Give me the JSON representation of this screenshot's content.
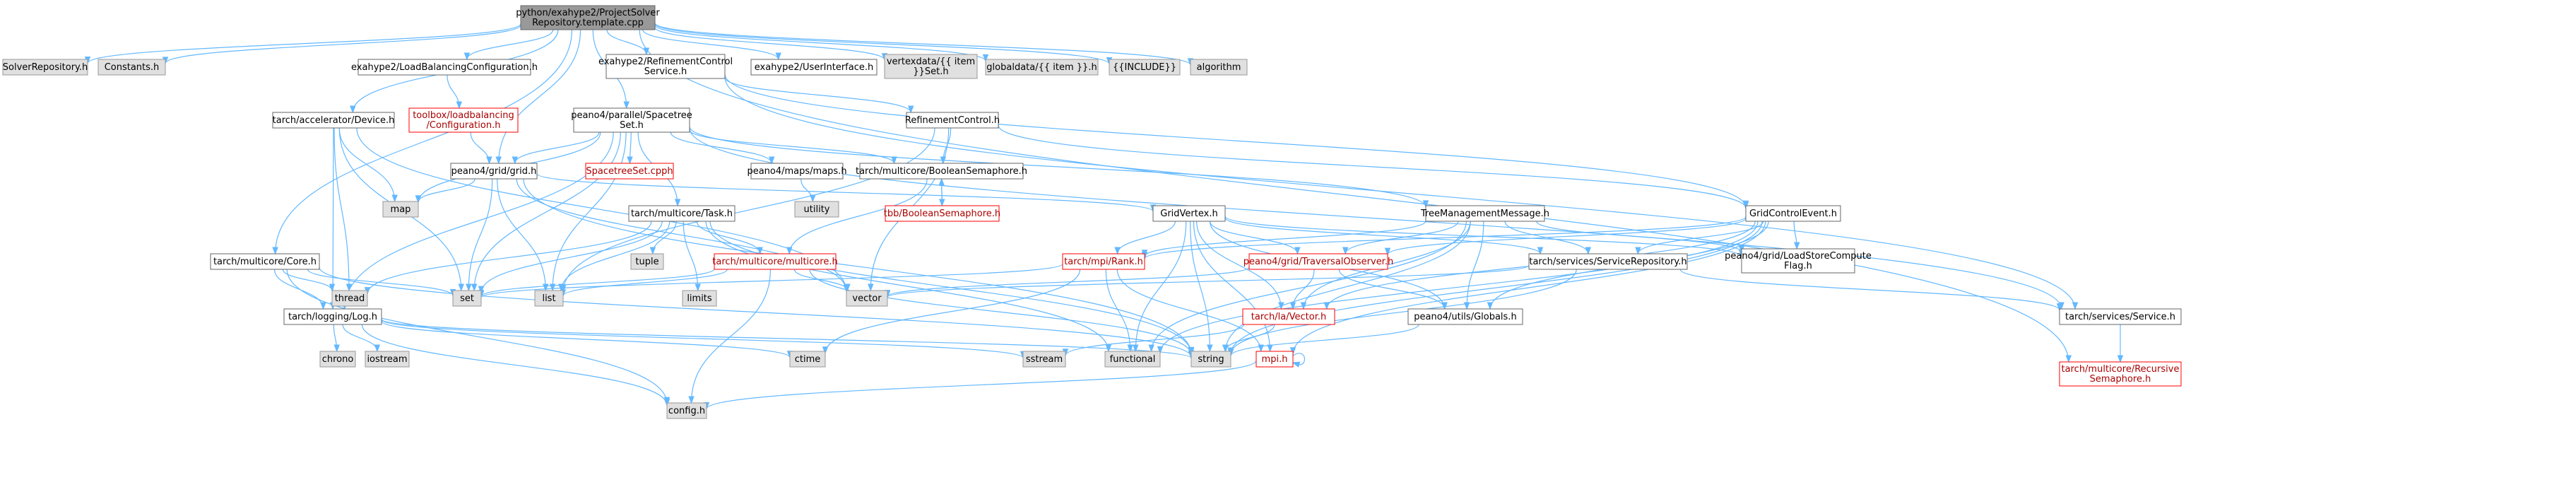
{
  "colors": {
    "edge": "#63b8ff",
    "node_border": "#666666",
    "external_fill": "#e0e0e0",
    "root_fill": "#999999",
    "incomplete_border": "#ff0000",
    "incomplete_text": "#aa0000"
  },
  "nodes": [
    {
      "id": "root",
      "style": "root",
      "lines": [
        "python/exahype2/ProjectSolver",
        "Repository.template.cpp"
      ]
    },
    {
      "id": "solverrepo",
      "style": "gray",
      "lines": [
        "SolverRepository.h"
      ]
    },
    {
      "id": "constants",
      "style": "gray",
      "lines": [
        "Constants.h"
      ]
    },
    {
      "id": "lbconf",
      "style": "white",
      "lines": [
        "exahype2/LoadBalancingConfiguration.h"
      ]
    },
    {
      "id": "refctrlsvc",
      "style": "white",
      "lines": [
        "exahype2/RefinementControl",
        "Service.h"
      ]
    },
    {
      "id": "userif",
      "style": "white",
      "lines": [
        "exahype2/UserInterface.h"
      ]
    },
    {
      "id": "vertexdata",
      "style": "gray",
      "lines": [
        "vertexdata/{{ item",
        "}}Set.h"
      ]
    },
    {
      "id": "globaldata",
      "style": "gray",
      "lines": [
        "globaldata/{{ item }}.h"
      ]
    },
    {
      "id": "include",
      "style": "gray",
      "lines": [
        "{{INCLUDE}}"
      ]
    },
    {
      "id": "algorithm",
      "style": "gray",
      "lines": [
        "algorithm"
      ]
    },
    {
      "id": "toolboxlb",
      "style": "red",
      "lines": [
        "toolbox/loadbalancing",
        "/Configuration.h"
      ]
    },
    {
      "id": "device",
      "style": "white",
      "lines": [
        "tarch/accelerator/Device.h"
      ]
    },
    {
      "id": "spacetreeset",
      "style": "white",
      "lines": [
        "peano4/parallel/Spacetree",
        "Set.h"
      ]
    },
    {
      "id": "refctrl",
      "style": "white",
      "lines": [
        "RefinementControl.h"
      ]
    },
    {
      "id": "grid",
      "style": "white",
      "lines": [
        "peano4/grid/grid.h"
      ]
    },
    {
      "id": "spacetreesetcpph",
      "style": "red",
      "lines": [
        "SpacetreeSet.cpph"
      ]
    },
    {
      "id": "maps",
      "style": "white",
      "lines": [
        "peano4/maps/maps.h"
      ]
    },
    {
      "id": "boolsem",
      "style": "white",
      "lines": [
        "tarch/multicore/BooleanSemaphore.h"
      ]
    },
    {
      "id": "map",
      "style": "gray",
      "lines": [
        "map"
      ]
    },
    {
      "id": "utility",
      "style": "gray",
      "lines": [
        "utility"
      ]
    },
    {
      "id": "tbbbool",
      "style": "red",
      "lines": [
        "tbb/BooleanSemaphore.h"
      ]
    },
    {
      "id": "task",
      "style": "white",
      "lines": [
        "tarch/multicore/Task.h"
      ]
    },
    {
      "id": "gridvertex",
      "style": "white",
      "lines": [
        "GridVertex.h"
      ]
    },
    {
      "id": "treemgmt",
      "style": "white",
      "lines": [
        "TreeManagementMessage.h"
      ]
    },
    {
      "id": "gridctrl",
      "style": "white",
      "lines": [
        "GridControlEvent.h"
      ]
    },
    {
      "id": "core",
      "style": "white",
      "lines": [
        "tarch/multicore/Core.h"
      ]
    },
    {
      "id": "tuple",
      "style": "gray",
      "lines": [
        "tuple"
      ]
    },
    {
      "id": "multicore",
      "style": "red",
      "lines": [
        "tarch/multicore/multicore.h"
      ]
    },
    {
      "id": "rank",
      "style": "red",
      "lines": [
        "tarch/mpi/Rank.h"
      ]
    },
    {
      "id": "travobs",
      "style": "red",
      "lines": [
        "peano4/grid/TraversalObserver.h"
      ]
    },
    {
      "id": "svcrepo",
      "style": "white",
      "lines": [
        "tarch/services/ServiceRepository.h"
      ]
    },
    {
      "id": "lsflag",
      "style": "white",
      "lines": [
        "peano4/grid/LoadStoreCompute",
        "Flag.h"
      ]
    },
    {
      "id": "service",
      "style": "white",
      "lines": [
        "tarch/services/Service.h"
      ]
    },
    {
      "id": "thread",
      "style": "gray",
      "lines": [
        "thread"
      ]
    },
    {
      "id": "set",
      "style": "gray",
      "lines": [
        "set"
      ]
    },
    {
      "id": "list",
      "style": "gray",
      "lines": [
        "list"
      ]
    },
    {
      "id": "limits",
      "style": "gray",
      "lines": [
        "limits"
      ]
    },
    {
      "id": "vector",
      "style": "gray",
      "lines": [
        "vector"
      ]
    },
    {
      "id": "log",
      "style": "white",
      "lines": [
        "tarch/logging/Log.h"
      ]
    },
    {
      "id": "vectorla",
      "style": "red",
      "lines": [
        "tarch/la/Vector.h"
      ]
    },
    {
      "id": "globals",
      "style": "white",
      "lines": [
        "peano4/utils/Globals.h"
      ]
    },
    {
      "id": "recsem",
      "style": "red",
      "lines": [
        "tarch/multicore/Recursive",
        "Semaphore.h"
      ]
    },
    {
      "id": "chrono",
      "style": "gray",
      "lines": [
        "chrono"
      ]
    },
    {
      "id": "iostream",
      "style": "gray",
      "lines": [
        "iostream"
      ]
    },
    {
      "id": "ctime",
      "style": "gray",
      "lines": [
        "ctime"
      ]
    },
    {
      "id": "sstream",
      "style": "gray",
      "lines": [
        "sstream"
      ]
    },
    {
      "id": "functional",
      "style": "gray",
      "lines": [
        "functional"
      ]
    },
    {
      "id": "string",
      "style": "gray",
      "lines": [
        "string"
      ]
    },
    {
      "id": "mpi",
      "style": "red",
      "lines": [
        "mpi.h"
      ]
    },
    {
      "id": "config",
      "style": "gray",
      "lines": [
        "config.h"
      ]
    }
  ],
  "edges": [
    [
      "root",
      "solverrepo"
    ],
    [
      "root",
      "constants"
    ],
    [
      "root",
      "lbconf"
    ],
    [
      "root",
      "refctrlsvc"
    ],
    [
      "root",
      "userif"
    ],
    [
      "root",
      "vertexdata"
    ],
    [
      "root",
      "globaldata"
    ],
    [
      "root",
      "include"
    ],
    [
      "root",
      "algorithm"
    ],
    [
      "root",
      "device"
    ],
    [
      "root",
      "spacetreeset"
    ],
    [
      "root",
      "grid"
    ],
    [
      "root",
      "core"
    ],
    [
      "root",
      "recsem"
    ],
    [
      "lbconf",
      "toolboxlb"
    ],
    [
      "toolboxlb",
      "grid"
    ],
    [
      "refctrlsvc",
      "refctrl"
    ],
    [
      "refctrlsvc",
      "gridctrl"
    ],
    [
      "refctrlsvc",
      "service"
    ],
    [
      "device",
      "map"
    ],
    [
      "device",
      "thread"
    ],
    [
      "device",
      "set"
    ],
    [
      "device",
      "log"
    ],
    [
      "device",
      "vector"
    ],
    [
      "spacetreeset",
      "grid"
    ],
    [
      "spacetreeset",
      "spacetreesetcpph"
    ],
    [
      "spacetreeset",
      "maps"
    ],
    [
      "spacetreeset",
      "boolsem"
    ],
    [
      "spacetreeset",
      "task"
    ],
    [
      "spacetreeset",
      "map"
    ],
    [
      "spacetreeset",
      "set"
    ],
    [
      "spacetreeset",
      "list"
    ],
    [
      "spacetreeset",
      "treemgmt"
    ],
    [
      "spacetreeset",
      "service"
    ],
    [
      "spacetreeset",
      "log"
    ],
    [
      "refctrl",
      "boolsem"
    ],
    [
      "refctrl",
      "gridctrl"
    ],
    [
      "refctrl",
      "list"
    ],
    [
      "refctrl",
      "vector"
    ],
    [
      "maps",
      "utility"
    ],
    [
      "boolsem",
      "tbbbool"
    ],
    [
      "tbbbool",
      "boolsem"
    ],
    [
      "boolsem",
      "multicore"
    ],
    [
      "grid",
      "map"
    ],
    [
      "grid",
      "set"
    ],
    [
      "grid",
      "list"
    ],
    [
      "grid",
      "gridvertex"
    ],
    [
      "grid",
      "vector"
    ],
    [
      "grid",
      "string"
    ],
    [
      "task",
      "tuple"
    ],
    [
      "task",
      "multicore"
    ],
    [
      "task",
      "limits"
    ],
    [
      "task",
      "set"
    ],
    [
      "task",
      "list"
    ],
    [
      "task",
      "thread"
    ],
    [
      "task",
      "functional"
    ],
    [
      "task",
      "string"
    ],
    [
      "gridvertex",
      "rank"
    ],
    [
      "gridvertex",
      "travobs"
    ],
    [
      "gridvertex",
      "svcrepo"
    ],
    [
      "gridvertex",
      "vectorla"
    ],
    [
      "gridvertex",
      "globals"
    ],
    [
      "gridvertex",
      "lsflag"
    ],
    [
      "gridvertex",
      "functional"
    ],
    [
      "gridvertex",
      "string"
    ],
    [
      "gridvertex",
      "mpi"
    ],
    [
      "treemgmt",
      "rank"
    ],
    [
      "treemgmt",
      "travobs"
    ],
    [
      "treemgmt",
      "svcrepo"
    ],
    [
      "treemgmt",
      "globals"
    ],
    [
      "treemgmt",
      "lsflag"
    ],
    [
      "treemgmt",
      "functional"
    ],
    [
      "treemgmt",
      "string"
    ],
    [
      "treemgmt",
      "vectorla"
    ],
    [
      "gridctrl",
      "rank"
    ],
    [
      "gridctrl",
      "travobs"
    ],
    [
      "gridctrl",
      "svcrepo"
    ],
    [
      "gridctrl",
      "vectorla"
    ],
    [
      "gridctrl",
      "globals"
    ],
    [
      "gridctrl",
      "lsflag"
    ],
    [
      "gridctrl",
      "functional"
    ],
    [
      "gridctrl",
      "string"
    ],
    [
      "gridctrl",
      "mpi"
    ],
    [
      "core",
      "thread"
    ],
    [
      "core",
      "set"
    ],
    [
      "core",
      "log"
    ],
    [
      "core",
      "string"
    ],
    [
      "core",
      "config"
    ],
    [
      "multicore",
      "set"
    ],
    [
      "multicore",
      "list"
    ],
    [
      "multicore",
      "vector"
    ],
    [
      "multicore",
      "string"
    ],
    [
      "multicore",
      "config"
    ],
    [
      "rank",
      "functional"
    ],
    [
      "rank",
      "set"
    ],
    [
      "rank",
      "mpi"
    ],
    [
      "rank",
      "ctime"
    ],
    [
      "travobs",
      "vectorla"
    ],
    [
      "travobs",
      "globals"
    ],
    [
      "travobs",
      "vector"
    ],
    [
      "svcrepo",
      "service"
    ],
    [
      "svcrepo",
      "vector"
    ],
    [
      "svcrepo",
      "string"
    ],
    [
      "service",
      "recsem"
    ],
    [
      "log",
      "chrono"
    ],
    [
      "log",
      "iostream"
    ],
    [
      "log",
      "sstream"
    ],
    [
      "log",
      "string"
    ],
    [
      "log",
      "config"
    ],
    [
      "log",
      "ctime"
    ],
    [
      "vectorla",
      "string"
    ],
    [
      "vectorla",
      "sstream"
    ],
    [
      "globals",
      "string"
    ],
    [
      "mpi",
      "config"
    ],
    [
      "mpi",
      "mpi"
    ]
  ]
}
